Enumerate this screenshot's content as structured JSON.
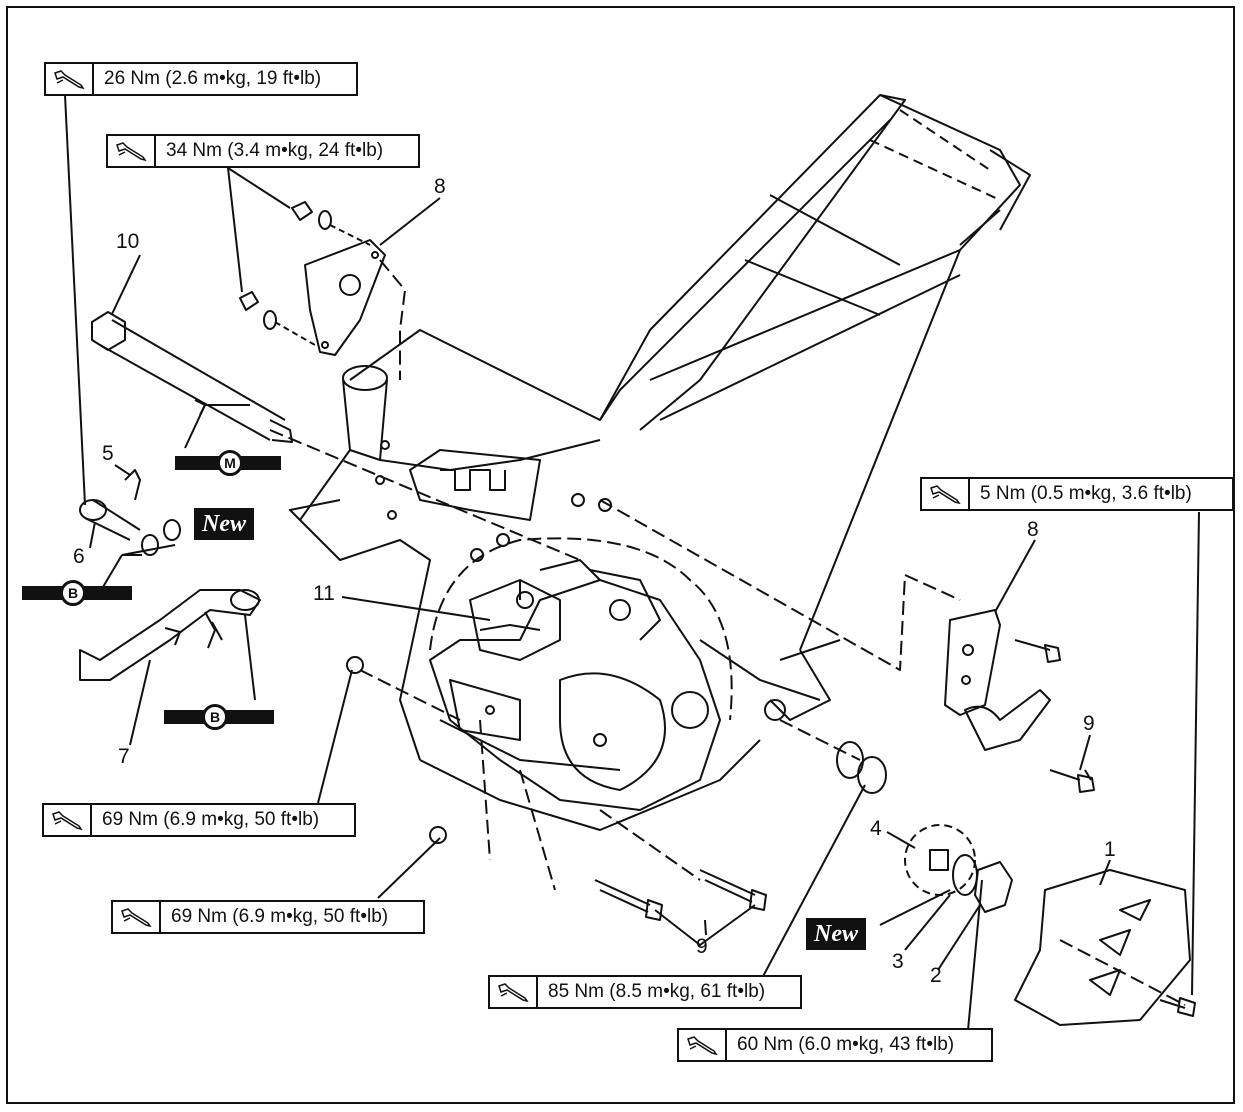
{
  "torque_specs": [
    {
      "id": "t26",
      "text": "26 Nm (2.6 m•kg, 19 ft•lb)"
    },
    {
      "id": "t34",
      "text": "34 Nm (3.4 m•kg, 24 ft•lb)"
    },
    {
      "id": "t5",
      "text": "5 Nm (0.5 m•kg, 3.6 ft•lb)"
    },
    {
      "id": "t69a",
      "text": "69 Nm (6.9 m•kg, 50 ft•lb)"
    },
    {
      "id": "t69b",
      "text": "69 Nm (6.9 m•kg, 50 ft•lb)"
    },
    {
      "id": "t85",
      "text": "85 Nm (8.5 m•kg, 61 ft•lb)"
    },
    {
      "id": "t60",
      "text": "60 Nm (6.0 m•kg, 43 ft•lb)"
    }
  ],
  "callouts": {
    "n1": "1",
    "n2": "2",
    "n3": "3",
    "n4": "4",
    "n5": "5",
    "n6": "6",
    "n7": "7",
    "n8a": "8",
    "n8b": "8",
    "n9a": "9",
    "n9b": "9",
    "n10": "10",
    "n11": "11"
  },
  "new_tags": [
    "New",
    "New"
  ],
  "lube_symbols": [
    {
      "id": "m",
      "letter": "M"
    },
    {
      "id": "b1",
      "letter": "B"
    },
    {
      "id": "b2",
      "letter": "B"
    }
  ],
  "icons": {
    "torque": "torque-wrench-icon"
  }
}
